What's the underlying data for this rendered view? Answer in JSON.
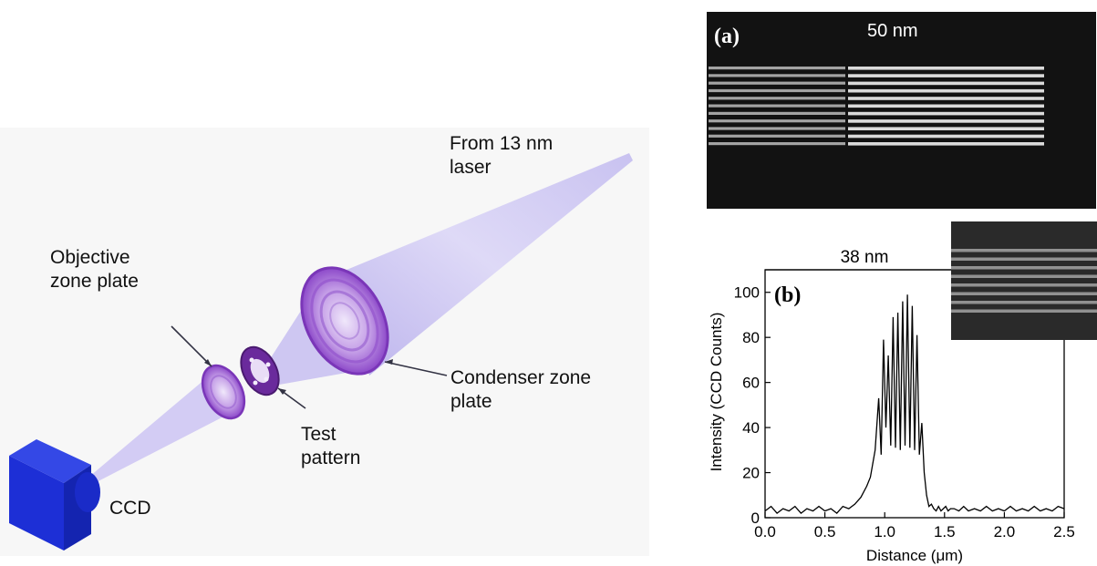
{
  "schematic": {
    "labels": {
      "source": [
        "From 13 nm",
        "laser"
      ],
      "objective": [
        "Objective",
        "zone plate"
      ],
      "test": [
        "Test",
        "pattern"
      ],
      "condenser": [
        "Condenser zone",
        "plate"
      ],
      "ccd": "CCD"
    },
    "colors": {
      "beam": "#cfc8f2",
      "zone_plate": "#8c48c9",
      "ccd": "#1d2fd6",
      "background": "#f7f7f7"
    }
  },
  "panel_a": {
    "tag": "(a)",
    "scale_label": "50 nm",
    "line_count": 11
  },
  "panel_b": {
    "tag": "(b)",
    "scale_label": "38 nm",
    "inset_line_count": 8
  },
  "chart_data": {
    "type": "line",
    "xlabel": "Distance (μm)",
    "ylabel": "Intensity (CCD Counts)",
    "xlim": [
      0.0,
      2.5
    ],
    "ylim": [
      0,
      110
    ],
    "xticks": [
      "0.0",
      "0.5",
      "1.0",
      "1.5",
      "2.0",
      "2.5"
    ],
    "yticks": [
      "0",
      "20",
      "40",
      "60",
      "80",
      "100"
    ],
    "series": [
      {
        "x": [
          0.0,
          0.05,
          0.1,
          0.15,
          0.2,
          0.25,
          0.3,
          0.35,
          0.4,
          0.45,
          0.5,
          0.55,
          0.6,
          0.65,
          0.7,
          0.75,
          0.8,
          0.85,
          0.88,
          0.92,
          0.95,
          0.97,
          0.99,
          1.01,
          1.03,
          1.05,
          1.07,
          1.09,
          1.11,
          1.13,
          1.15,
          1.17,
          1.19,
          1.21,
          1.23,
          1.25,
          1.27,
          1.29,
          1.31,
          1.33,
          1.35,
          1.37,
          1.39,
          1.41,
          1.43,
          1.45,
          1.47,
          1.49,
          1.51,
          1.53,
          1.55,
          1.58,
          1.62,
          1.66,
          1.7,
          1.75,
          1.8,
          1.85,
          1.9,
          1.95,
          2.0,
          2.05,
          2.1,
          2.15,
          2.2,
          2.25,
          2.3,
          2.35,
          2.4,
          2.45,
          2.5
        ],
        "y": [
          3,
          5,
          2,
          4,
          3,
          5,
          2,
          4,
          3,
          5,
          3,
          4,
          2,
          5,
          4,
          6,
          9,
          14,
          18,
          30,
          53,
          28,
          79,
          40,
          72,
          32,
          89,
          31,
          91,
          30,
          96,
          32,
          99,
          31,
          94,
          30,
          81,
          28,
          42,
          20,
          10,
          5,
          6,
          4,
          3,
          5,
          3,
          4,
          5,
          3,
          4,
          4,
          3,
          5,
          3,
          4,
          3,
          5,
          3,
          4,
          3,
          5,
          3,
          4,
          3,
          5,
          3,
          4,
          3,
          5,
          4
        ]
      }
    ]
  }
}
